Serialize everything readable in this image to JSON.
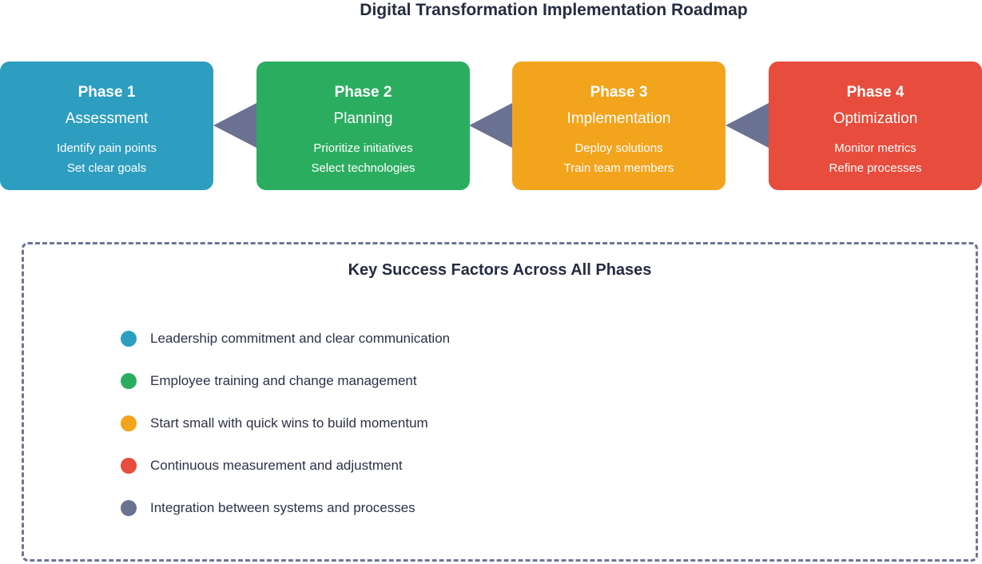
{
  "title": "Digital Transformation Implementation Roadmap",
  "colors": {
    "heading_text": "#262B40",
    "body_text": "#2C3147",
    "arrow": "#6A7191",
    "dashed_border": "#6F7593",
    "phase_teal": "#2D9EC0",
    "phase_green": "#2BAD60",
    "phase_orange": "#F2A41D",
    "phase_red": "#E74C3C"
  },
  "phases": [
    {
      "label": "Phase 1",
      "name": "Assessment",
      "details": [
        "Identify pain points",
        "Set clear goals"
      ],
      "color": "#2D9EC0"
    },
    {
      "label": "Phase 2",
      "name": "Planning",
      "details": [
        "Prioritize initiatives",
        "Select technologies"
      ],
      "color": "#2BAD60"
    },
    {
      "label": "Phase 3",
      "name": "Implementation",
      "details": [
        "Deploy solutions",
        "Train team members"
      ],
      "color": "#F2A41D"
    },
    {
      "label": "Phase 4",
      "name": "Optimization",
      "details": [
        "Monitor metrics",
        "Refine processes"
      ],
      "color": "#E74C3C"
    }
  ],
  "success_factors": {
    "title": "Key Success Factors Across All Phases",
    "items": [
      {
        "text": "Leadership commitment and clear communication",
        "color": "#2D9EC0"
      },
      {
        "text": "Employee training and change management",
        "color": "#2BAD60"
      },
      {
        "text": "Start small with quick wins to build momentum",
        "color": "#F2A41D"
      },
      {
        "text": "Continuous measurement and adjustment",
        "color": "#E74C3C"
      },
      {
        "text": "Integration between systems and processes",
        "color": "#6A7191"
      }
    ]
  }
}
